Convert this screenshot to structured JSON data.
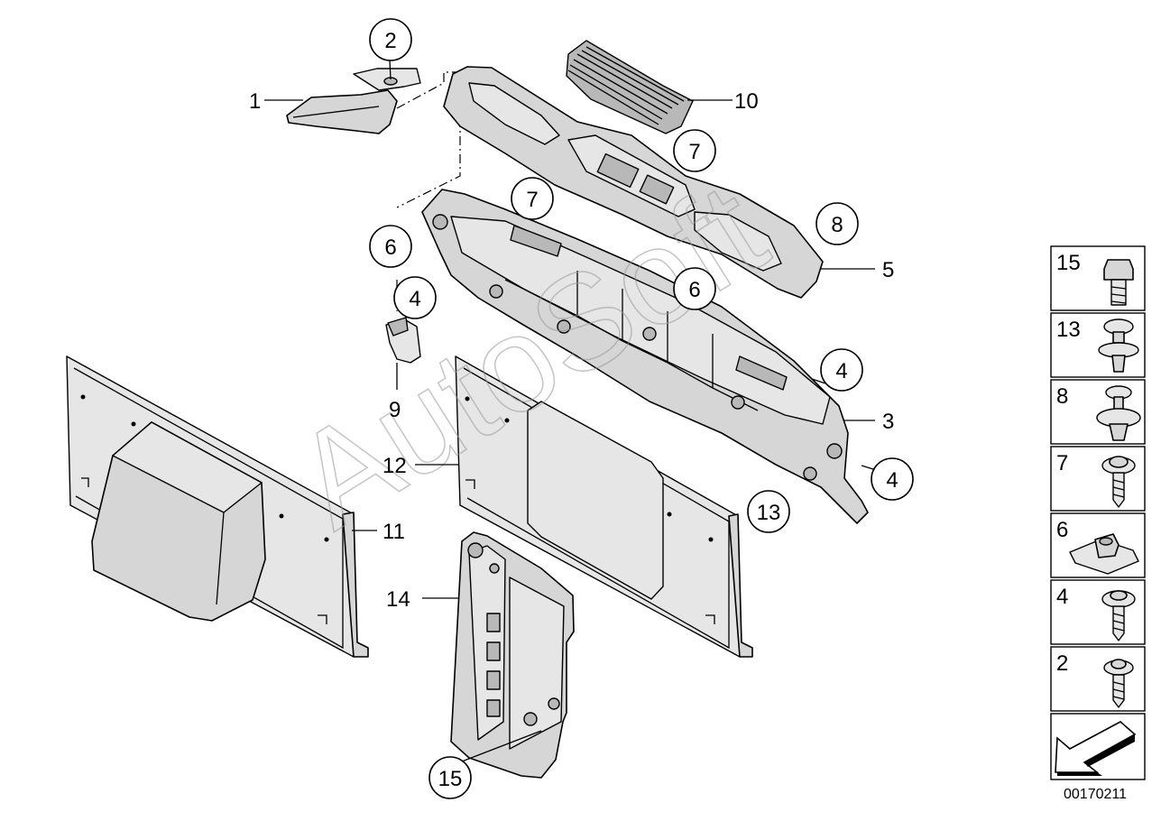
{
  "callouts": {
    "c1": "1",
    "c2": "2",
    "c3": "3",
    "c4a": "4",
    "c4b": "4",
    "c4c": "4",
    "c5": "5",
    "c6a": "6",
    "c6b": "6",
    "c7a": "7",
    "c7b": "7",
    "c8": "8",
    "c9": "9",
    "c10": "10",
    "c11": "11",
    "c12": "12",
    "c13": "13",
    "c14": "14",
    "c15": "15"
  },
  "fastener_panel": {
    "items": [
      {
        "number": "15",
        "icon": "hex-bolt-icon"
      },
      {
        "number": "13",
        "icon": "plastic-rivet-icon"
      },
      {
        "number": "8",
        "icon": "expanding-rivet-icon"
      },
      {
        "number": "7",
        "icon": "flange-screw-icon"
      },
      {
        "number": "6",
        "icon": "clip-nut-icon"
      },
      {
        "number": "4",
        "icon": "collar-screw-icon"
      },
      {
        "number": "2",
        "icon": "collar-screw-small-icon"
      }
    ],
    "arrow_icon": "direction-arrow-icon"
  },
  "watermark": "AutoSoft",
  "document_id": "00170211"
}
